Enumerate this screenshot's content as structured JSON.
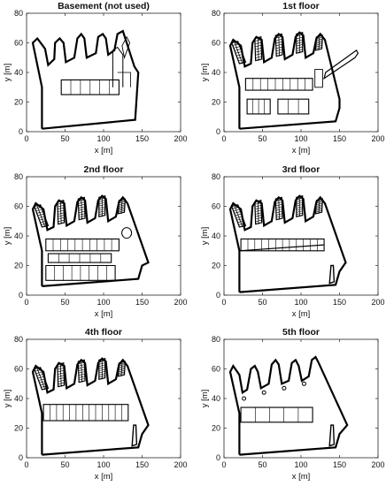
{
  "panels": [
    {
      "id": "basement",
      "title": "Basement (not used)"
    },
    {
      "id": "floor1",
      "title": "1st floor"
    },
    {
      "id": "floor2",
      "title": "2nd floor"
    },
    {
      "id": "floor3",
      "title": "3rd floor"
    },
    {
      "id": "floor4",
      "title": "4th floor"
    },
    {
      "id": "floor5",
      "title": "5th floor"
    }
  ],
  "axes": {
    "xlabel": "x [m]",
    "ylabel": "y [m]",
    "xlim": [
      0,
      200
    ],
    "ylim": [
      0,
      80
    ],
    "xticks": [
      0,
      50,
      100,
      150,
      200
    ],
    "yticks": [
      0,
      20,
      40,
      60,
      80
    ]
  },
  "colors": {
    "line": "#000000",
    "axis": "#262626",
    "background": "#ffffff"
  }
}
